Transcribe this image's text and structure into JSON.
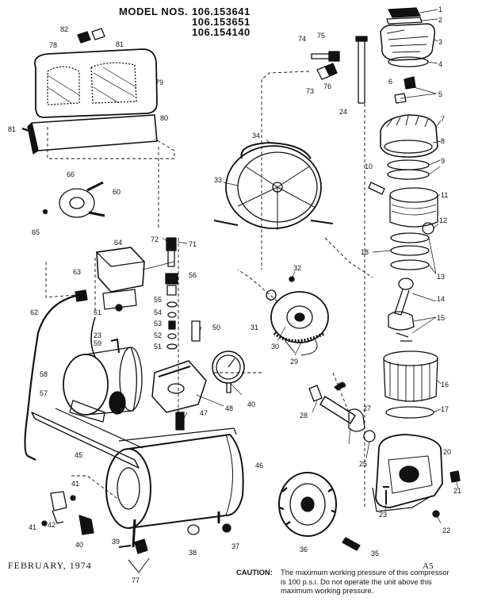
{
  "header": {
    "model_prefix": "MODEL NOS.",
    "models": [
      "106.153641",
      "106.153651",
      "106.154140"
    ]
  },
  "footer": {
    "date": "FEBRUARY, 1974",
    "sheet_code": "A5",
    "caution_label": "CAUTION:",
    "caution_text": [
      "The maximum working pressure of this compressor",
      "is 100 p.s.i. Do not operate the unit above this",
      "maximum working pressure."
    ]
  },
  "part_numbers": [
    "1",
    "2",
    "3",
    "4",
    "5",
    "6",
    "7",
    "8",
    "9",
    "10",
    "11",
    "12",
    "13",
    "14",
    "15",
    "16",
    "17",
    "18",
    "20",
    "21",
    "22",
    "23",
    "24",
    "25",
    "26",
    "27",
    "28",
    "29",
    "30",
    "31",
    "32",
    "33",
    "34",
    "35",
    "36",
    "37",
    "38",
    "39",
    "40",
    "41",
    "42",
    "45",
    "46",
    "47",
    "48",
    "50",
    "51",
    "52",
    "53",
    "54",
    "55",
    "56",
    "57",
    "58",
    "59",
    "60",
    "61",
    "62",
    "63",
    "64",
    "65",
    "66",
    "71",
    "72",
    "73",
    "74",
    "75",
    "76",
    "77",
    "78",
    "79",
    "80",
    "81",
    "82"
  ],
  "colors": {
    "ink": "#111111",
    "paper": "#ffffff"
  }
}
